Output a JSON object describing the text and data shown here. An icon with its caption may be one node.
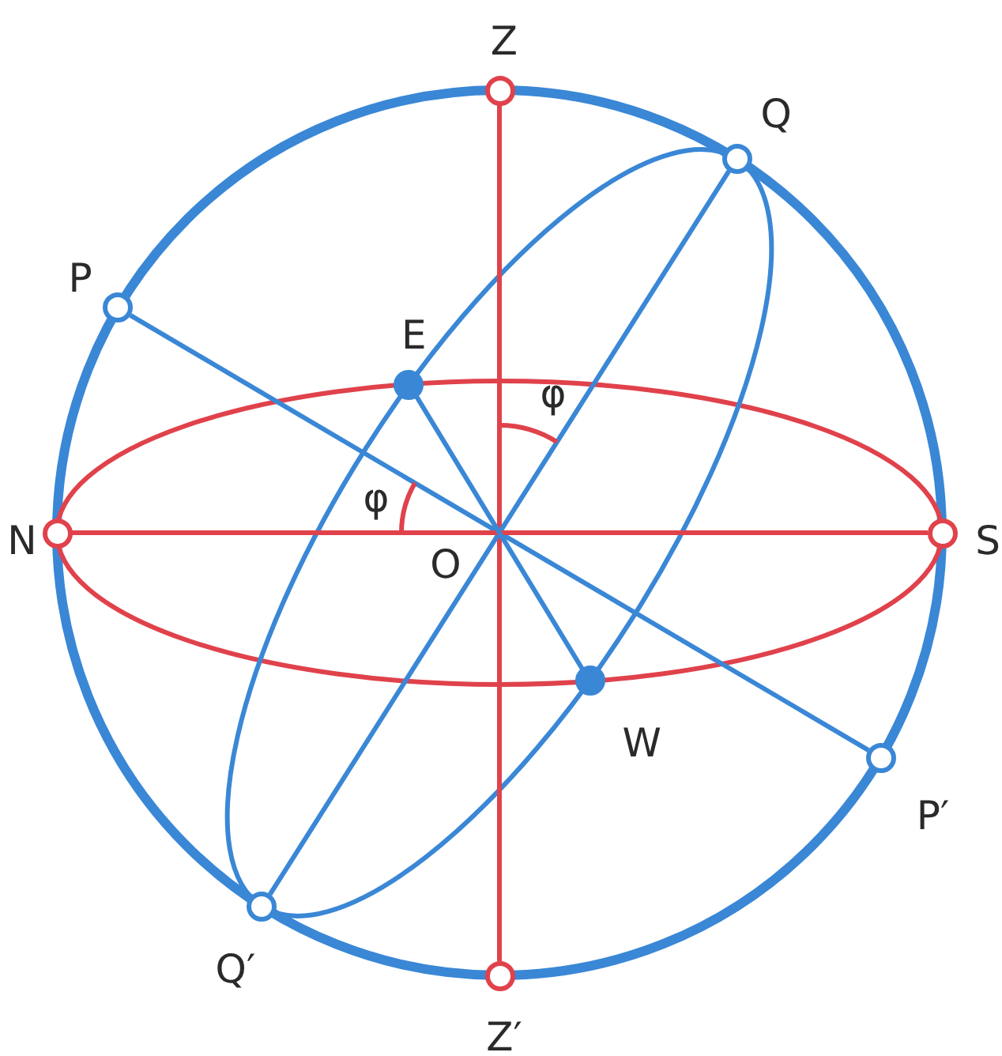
{
  "diagram": {
    "nodes": [
      {
        "text": [
          "Z"
        ]
      },
      {
        "text": [
          "Q"
        ]
      },
      {
        "text": [
          "P"
        ]
      },
      {
        "text": [
          "E"
        ]
      },
      {
        "text": [
          "N"
        ]
      },
      {
        "text": [
          "S"
        ]
      },
      {
        "text": [
          "W"
        ]
      },
      {
        "text": [
          "P′"
        ]
      },
      {
        "text": [
          "Q′"
        ]
      },
      {
        "text": [
          "Z′"
        ]
      }
    ],
    "edges": [
      {
        "from": 0,
        "to": 9,
        "arrow": "none",
        "color": "#e0424c"
      },
      {
        "from": 2,
        "to": 7,
        "arrow": "none"
      },
      {
        "from": 1,
        "to": 8,
        "arrow": "none"
      },
      {
        "from": 4,
        "to": 5,
        "arrow": "none",
        "color": "#e0424c"
      },
      {
        "from": 3,
        "to": 6,
        "arrow": "none"
      }
    ],
    "labels": [
      "φ",
      "φ",
      "O"
    ]
  }
}
